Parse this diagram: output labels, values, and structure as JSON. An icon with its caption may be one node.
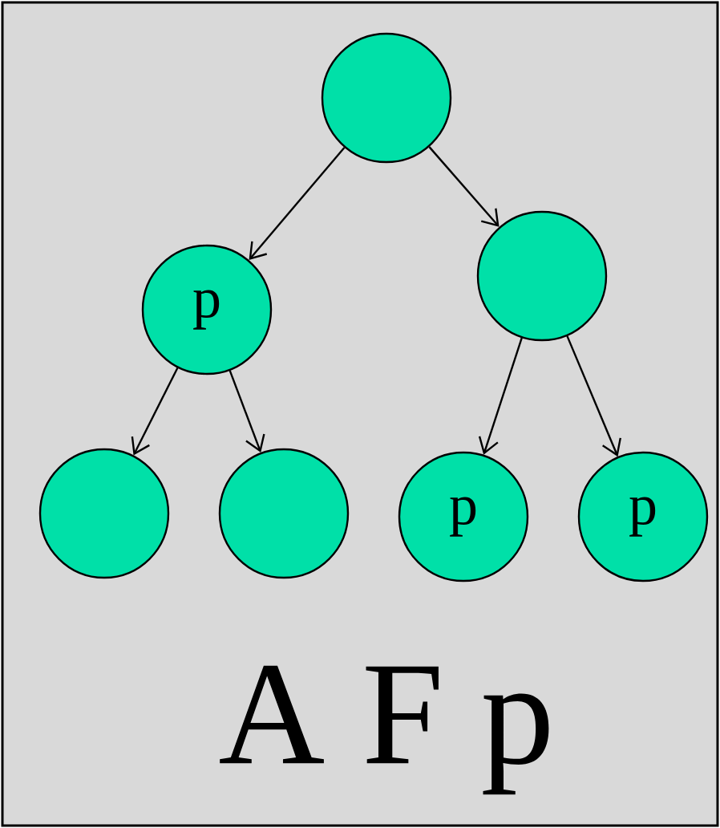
{
  "diagram": {
    "nodes": [
      {
        "text": [],
        "shape": "circle"
      },
      {
        "text": [
          "p"
        ]
      },
      {
        "text": [],
        "shape": "circle"
      },
      {
        "text": [],
        "shape": "circle"
      },
      {
        "text": [],
        "shape": "circle"
      },
      {
        "text": [
          "p"
        ]
      },
      {
        "text": [
          "p"
        ]
      }
    ],
    "edges": [
      {
        "from": 0,
        "to": 1,
        "arrow": "to"
      },
      {
        "from": 0,
        "to": 2,
        "arrow": "to"
      },
      {
        "from": 1,
        "to": 3,
        "arrow": "to"
      },
      {
        "from": 1,
        "to": 4,
        "arrow": "to"
      },
      {
        "from": 2,
        "to": 5,
        "arrow": "to"
      },
      {
        "from": 2,
        "to": 6,
        "arrow": "to"
      }
    ],
    "labels": [
      "A F p"
    ]
  }
}
